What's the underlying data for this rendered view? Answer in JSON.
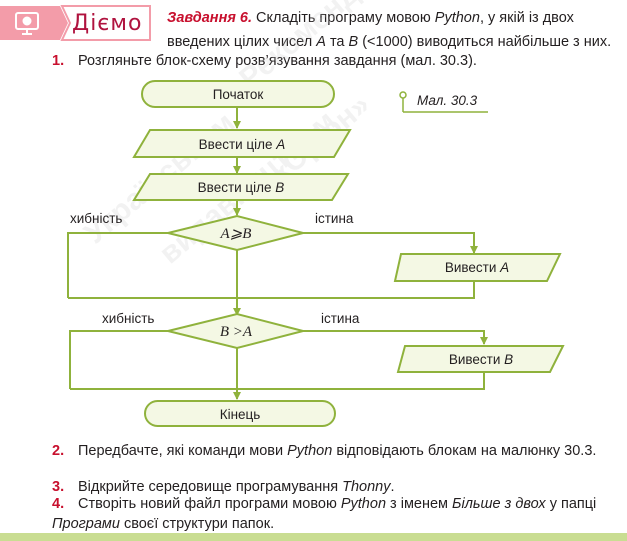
{
  "badge": {
    "label": "Діємо"
  },
  "task": {
    "label": "Завдання 6.",
    "text_1": " Складіть програму мовою ",
    "python": "Python",
    "text_2": ", у якій із двох введених цілих чисел ",
    "var_a": "A",
    "text_3": " та ",
    "var_b": "B",
    "text_4": " (<1000) виводиться найбільше з них."
  },
  "steps": [
    {
      "num": "1.",
      "text": "Розгляньте блок-схему розв’язування завдання (мал. 30.3)."
    },
    {
      "num": "2.",
      "text_1": "Передбачте, які команди мови ",
      "python": "Python",
      "text_2": " відповідають блокам на малюнку 30.3."
    },
    {
      "num": "3.",
      "text_1": "Відкрийте середовище програмування ",
      "ide": "Thonny",
      "text_2": "."
    },
    {
      "num": "4.",
      "text_1": "Створіть новий файл програми мовою ",
      "python": "Python",
      "text_2": " з іменем  ",
      "filename": "Більше з двох",
      "text_3": " у папці ",
      "folder": "Програми",
      "text_4": " своєї структури папок."
    }
  ],
  "flowchart": {
    "caption": "Мал. 30.3",
    "start": "Початок",
    "input_a": "Ввести ціле ",
    "input_a_var": "A",
    "input_b": "Ввести ціле ",
    "input_b_var": "B",
    "cond1": "A⩾B",
    "cond2": "B >A",
    "false_label_1": "хибність",
    "true_label_1": "істина",
    "false_label_2": "хибність",
    "true_label_2": "істина",
    "output_a": "Вивести ",
    "output_a_var": "A",
    "output_b": "Вивести ",
    "output_b_var": "B",
    "end": "Кінець"
  },
  "watermark": [
    "Українським",
    "видавництвом",
    "«Оріон»",
    "Рекомендовано"
  ],
  "colors": {
    "accent_red": "#c8102e",
    "badge_bg": "#f39ca9",
    "shape_fill": "#f4f8e4",
    "shape_stroke": "#8fb23c",
    "strip": "#c9dd92"
  }
}
